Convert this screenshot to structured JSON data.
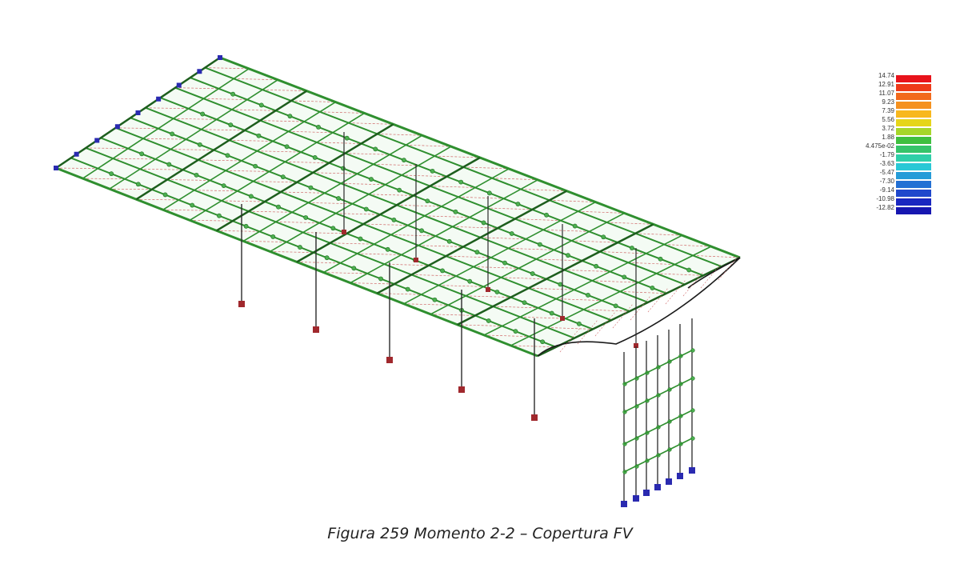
{
  "caption": "Figura 259 Momento 2-2 – Copertura FV",
  "legend": {
    "values": [
      "14.74",
      "12.91",
      "11.07",
      "9.23",
      "7.39",
      "5.56",
      "3.72",
      "1.88",
      "4.475e-02",
      "-1.79",
      "-3.63",
      "-5.47",
      "-7.30",
      "-9.14",
      "-10.98",
      "-12.82"
    ],
    "colors": [
      "#e8131b",
      "#ee3a19",
      "#f26a1c",
      "#f5911f",
      "#f8b81d",
      "#e6d51a",
      "#a6d62a",
      "#3fbf3f",
      "#36c46a",
      "#2fcfa8",
      "#29c8d6",
      "#259cd8",
      "#2370d4",
      "#1f48cc",
      "#1a27c0",
      "#1616b0"
    ]
  },
  "colors": {
    "beam_green": "#2f8f2f",
    "node_green": "#4caf50",
    "bracing_red": "#d06a6a",
    "column_dark": "#2a2a2a",
    "support_red": "#a0282d",
    "support_blue": "#2a2ab0"
  }
}
